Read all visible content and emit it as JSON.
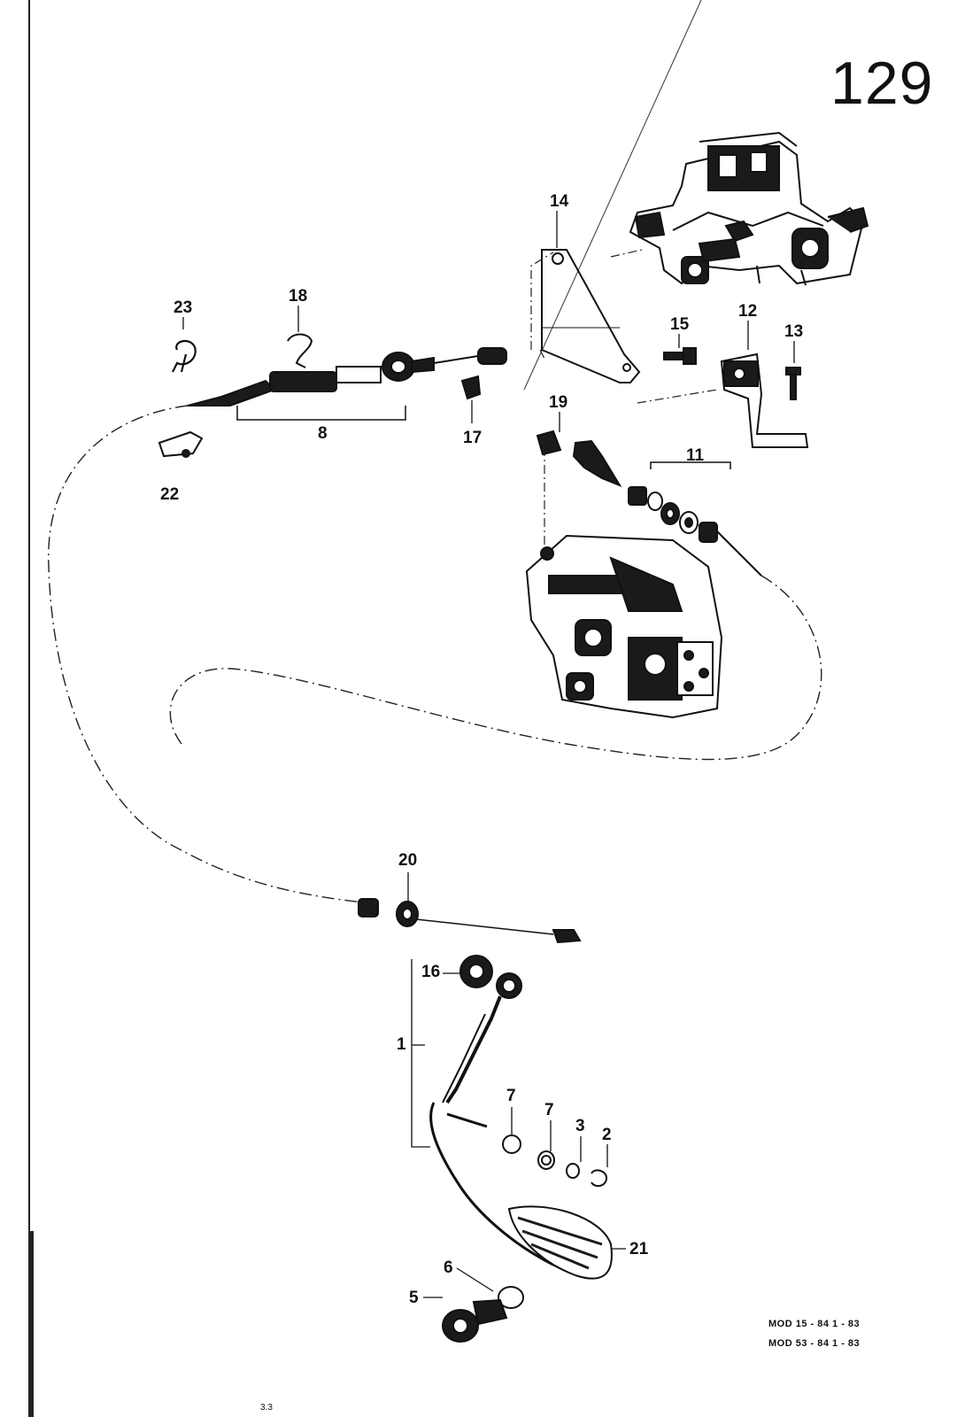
{
  "page_number": "129",
  "callouts": {
    "c1": "1",
    "c2": "2",
    "c3": "3",
    "c5": "5",
    "c6": "6",
    "c7a": "7",
    "c7b": "7",
    "c8": "8",
    "c11": "11",
    "c12": "12",
    "c13": "13",
    "c14": "14",
    "c15": "15",
    "c16": "16",
    "c17": "17",
    "c18": "18",
    "c19": "19",
    "c20": "20",
    "c21": "21",
    "c22": "22",
    "c23": "23"
  },
  "footer": {
    "line1": "MOD 15 - 84   1 - 83",
    "line2": "MOD 53 - 84   1 - 83"
  },
  "page_foot": "3.3"
}
